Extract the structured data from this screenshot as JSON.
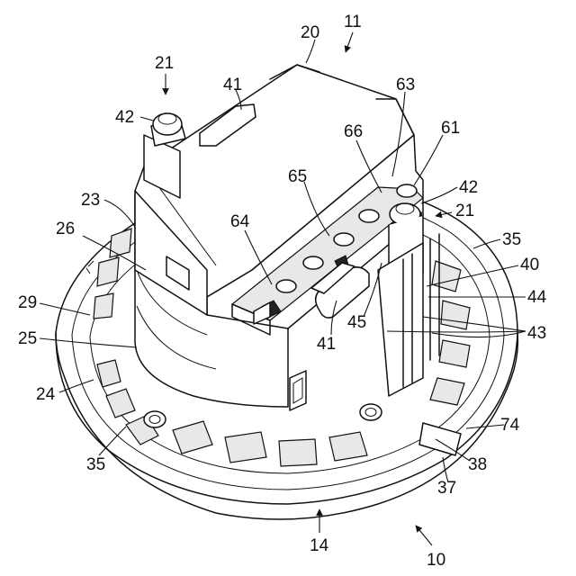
{
  "labels": {
    "l10": "10",
    "l11": "11",
    "l14": "14",
    "l20": "20",
    "l21a": "21",
    "l21b": "21",
    "l23": "23",
    "l24": "24",
    "l25": "25",
    "l26": "26",
    "l29": "29",
    "l35a": "35",
    "l35b": "35",
    "l37": "37",
    "l38": "38",
    "l40": "40",
    "l41a": "41",
    "l41b": "41",
    "l42a": "42",
    "l42b": "42",
    "l43": "43",
    "l44": "44",
    "l45": "45",
    "l61": "61",
    "l63": "63",
    "l64": "64",
    "l65": "65",
    "l66": "66",
    "l74": "74"
  }
}
